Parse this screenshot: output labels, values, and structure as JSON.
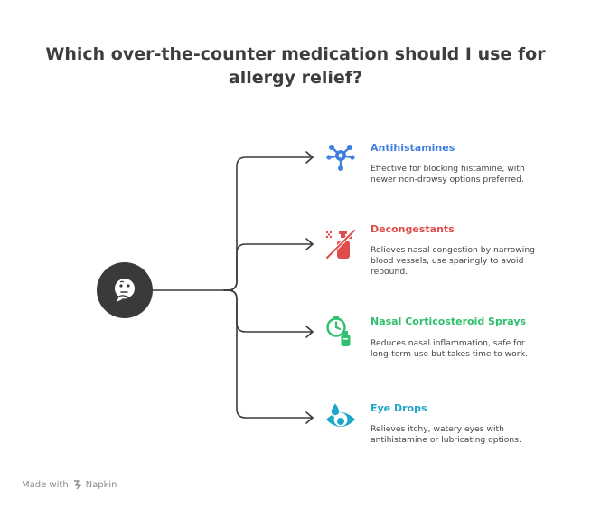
{
  "title": {
    "line1": "Which over-the-counter medication should I use for",
    "line2": "allergy relief?"
  },
  "hub": {
    "icon": "thinking-face-icon"
  },
  "items": [
    {
      "title": "Antihistamines",
      "description_lines": [
        "Effective for blocking histamine, with",
        "newer non-drowsy options preferred."
      ],
      "icon": "molecule-icon",
      "color": "#3f7fe0"
    },
    {
      "title": "Decongestants",
      "description_lines": [
        "Relieves nasal congestion by narrowing",
        "blood vessels, use sparingly to avoid",
        "rebound."
      ],
      "icon": "no-spray-icon",
      "color": "#e04b4b"
    },
    {
      "title": "Nasal Corticosteroid Sprays",
      "description_lines": [
        "Reduces nasal inflammation, safe for",
        "long-term use but takes time to work."
      ],
      "icon": "timer-spray-icon",
      "color": "#2fbf6e"
    },
    {
      "title": "Eye Drops",
      "description_lines": [
        "Relieves itchy, watery eyes with",
        "antihistamine or lubricating options."
      ],
      "icon": "eye-drop-icon",
      "color": "#1fa7c9"
    }
  ],
  "footer": {
    "made_with": "Made with",
    "brand": "Napkin"
  }
}
